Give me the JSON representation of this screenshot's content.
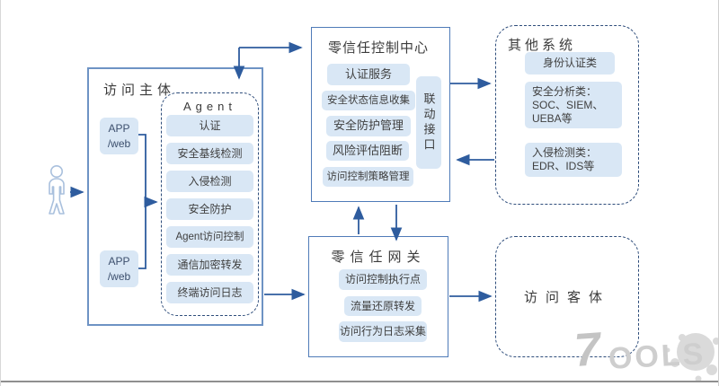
{
  "colors": {
    "arrow": "#2e5c9e",
    "pill_bg": "#d9e7f5",
    "solid_border": "#6e93c4",
    "dashed_border": "#2e4d7b",
    "text": "#3c3c3c",
    "watermark": "#c9c9c9"
  },
  "subject": {
    "title": "访问主体",
    "app_nodes": [
      {
        "line1": "APP",
        "line2": "/web"
      },
      {
        "line1": "APP",
        "line2": "/web"
      }
    ],
    "agent": {
      "label": "Agent",
      "items": [
        "认证",
        "安全基线检测",
        "入侵检测",
        "安全防护",
        "Agent访问控制",
        "通信加密转发",
        "终端访问日志"
      ]
    }
  },
  "control_center": {
    "title": "零信任控制中心",
    "services": [
      "认证服务",
      "安全状态信息收集",
      "安全防护管理",
      "风险评估阻断",
      "访问控制策略管理"
    ],
    "interface_label": "联动接口"
  },
  "other_systems": {
    "title": "其他系统",
    "identity": "身份认证类",
    "analysis_lines": [
      "安全分析类：",
      "SOC、SIEM、",
      "UEBA等"
    ],
    "intrusion_lines": [
      "入侵检测类：",
      "EDR、IDS等"
    ]
  },
  "gateway": {
    "title": "零信任网关",
    "items": [
      "访问控制执行点",
      "流量还原转发",
      "访问行为日志采集"
    ]
  },
  "object": {
    "title": "访问客体"
  },
  "watermark": {
    "prefix": "7",
    "rest": "OOLS"
  }
}
